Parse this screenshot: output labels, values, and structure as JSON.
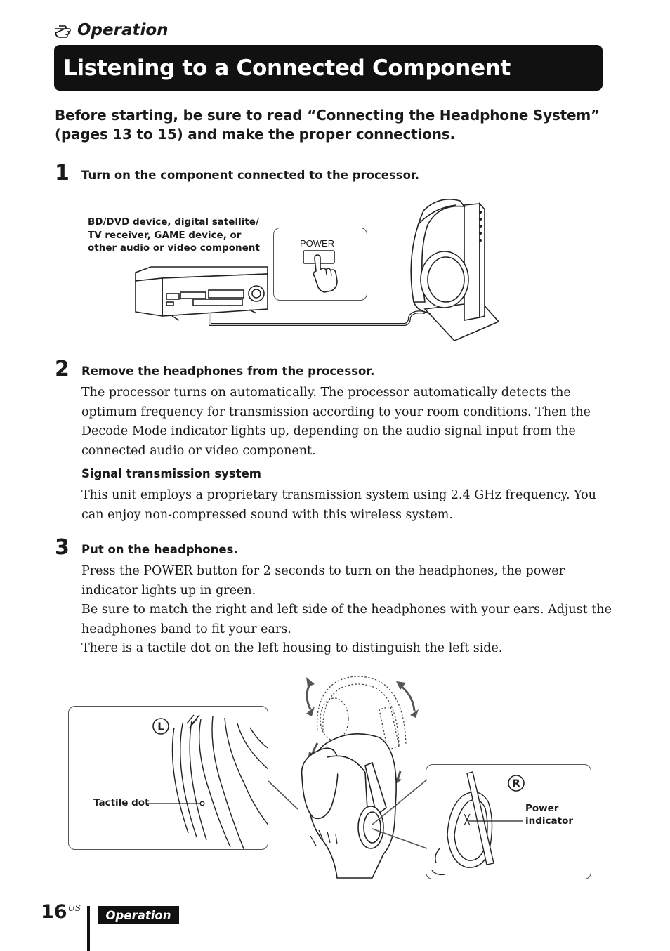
{
  "header": {
    "section_label": "Operation",
    "title": "Listening to a Connected Component"
  },
  "intro": "Before starting, be sure to read “Connecting the Headphone System” (pages 13 to 15) and make the proper connections.",
  "steps": [
    {
      "number": "1",
      "title": "Turn on the component connected to the processor."
    },
    {
      "number": "2",
      "title": "Remove the headphones from the processor.",
      "body": "The processor turns on automatically. The processor automatically detects the optimum frequency for transmission according to your room conditions. Then the Decode Mode indicator lights up, depending on the audio signal input from the connected audio or video component.",
      "subheading": "Signal transmission system",
      "sub_body": "This unit employs a proprietary transmission system using 2.4 GHz frequency. You can enjoy non-compressed sound with this wireless system."
    },
    {
      "number": "3",
      "title": "Put on the headphones.",
      "body_lines": [
        "Press the POWER button for 2 seconds to turn on the headphones, the power indicator lights up in green.",
        "Be sure to match the right and left side of the headphones with your ears. Adjust the headphones band to fit your ears.",
        "There is a tactile dot on the left housing to distinguish the left side."
      ]
    }
  ],
  "figure1": {
    "component_label": "BD/DVD device, digital satellite/ TV receiver, GAME device, or other audio or video component",
    "power_label": "POWER"
  },
  "figure2": {
    "left_marker": "L",
    "right_marker": "R",
    "tactile_dot_label": "Tactile dot",
    "power_indicator_label": "Power indicator"
  },
  "footer": {
    "page_number": "16",
    "page_suffix": "US",
    "section_tag": "Operation"
  },
  "icons": {
    "section_icon": "pointing-hand-icon",
    "power_press_icon": "finger-press-icon"
  }
}
